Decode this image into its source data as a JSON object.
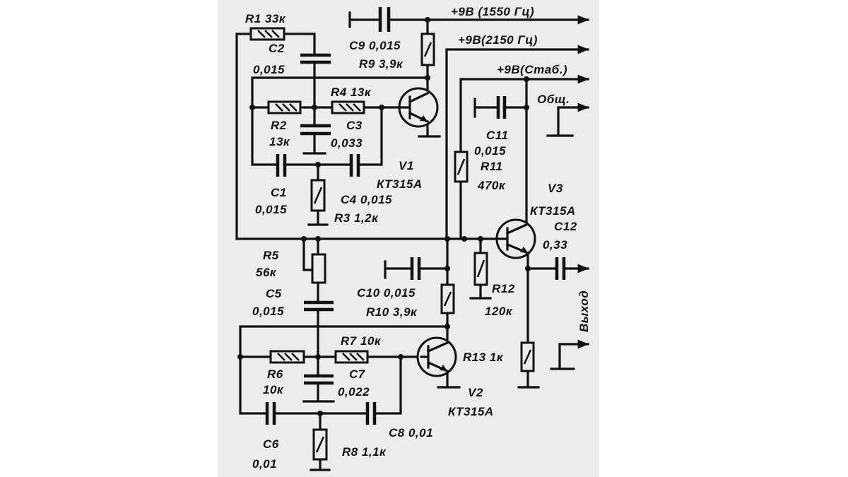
{
  "title": "Circuit schematic: two tone generators and amplifier",
  "rails": {
    "r1550": "+9В (1550 Гц)",
    "r2150": "+9В(2150 Гц)",
    "stab": "+9В(Стаб.)",
    "common": "Общ.",
    "output": "Выход"
  },
  "labels": {
    "r1": "R1  33к",
    "c2": "C2",
    "c2v": "0,015",
    "c9": "C9  0,015",
    "r9": "R9  3,9к",
    "r4": "R4  13к",
    "r2": "R2",
    "r2v": "13к",
    "c3": "C3",
    "c3v": "0,033",
    "c11": "C11",
    "c11v": "0,015",
    "r11": "R11",
    "r11v": "470к",
    "v1": "V1",
    "v1t": "КТ315А",
    "c1": "C1",
    "c1v": "0,015",
    "c4": "C4  0,015",
    "r3": "R3  1,2к",
    "v3": "V3",
    "v3t": "КТ315А",
    "c12": "C12",
    "c12v": "0,33",
    "r5": "R5",
    "r5v": "56к",
    "c5": "C5",
    "c5v": "0,015",
    "c10": "C10  0,015",
    "r10": "R10  3,9к",
    "r12": "R12",
    "r12v": "120к",
    "r7": "R7  10к",
    "r13": "R13  1к",
    "r6": "R6",
    "r6v": "10к",
    "c7": "C7",
    "c7v": "0,022",
    "v2": "V2",
    "v2t": "КТ315А",
    "c8": "C8  0,01",
    "c6": "C6",
    "c6v": "0,01",
    "r8": "R8  1,1к"
  }
}
